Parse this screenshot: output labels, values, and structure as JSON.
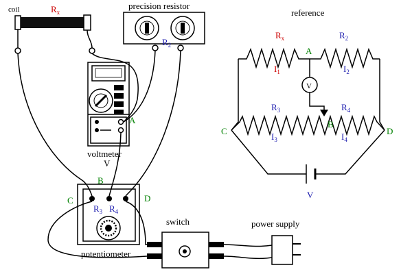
{
  "labels": {
    "coil": "coil",
    "rx_main": "R",
    "rx_sub": "x",
    "precision_resistor": "precision resistor",
    "r2_main": "R",
    "r2_sub": "2",
    "reference": "reference",
    "voltmeter": "voltmeter",
    "voltmeter_v": "V",
    "potentiometer": "potentiometer",
    "switch": "switch",
    "power_supply": "power supply",
    "node_a": "A",
    "node_b": "B",
    "node_c": "C",
    "node_d": "D",
    "pot_r3": "R",
    "pot_r3_sub": "3",
    "pot_r4": "R",
    "pot_r4_sub": "4"
  },
  "schematic": {
    "rx_main": "R",
    "rx_sub": "x",
    "r2_main": "R",
    "r2_sub": "2",
    "r3_main": "R",
    "r3_sub": "3",
    "r4_main": "R",
    "r4_sub": "4",
    "i1_main": "I",
    "i1_sub": "1",
    "i2_main": "I",
    "i2_sub": "2",
    "i3_main": "I",
    "i3_sub": "3",
    "i4_main": "I",
    "i4_sub": "4",
    "node_a": "A",
    "node_b": "B",
    "node_c": "C",
    "node_d": "D",
    "meter_symbol": "V",
    "battery_label": "V"
  },
  "colors": {
    "red": "#cc0000",
    "blue": "#2020b0",
    "green": "#008000",
    "black": "#000000"
  }
}
